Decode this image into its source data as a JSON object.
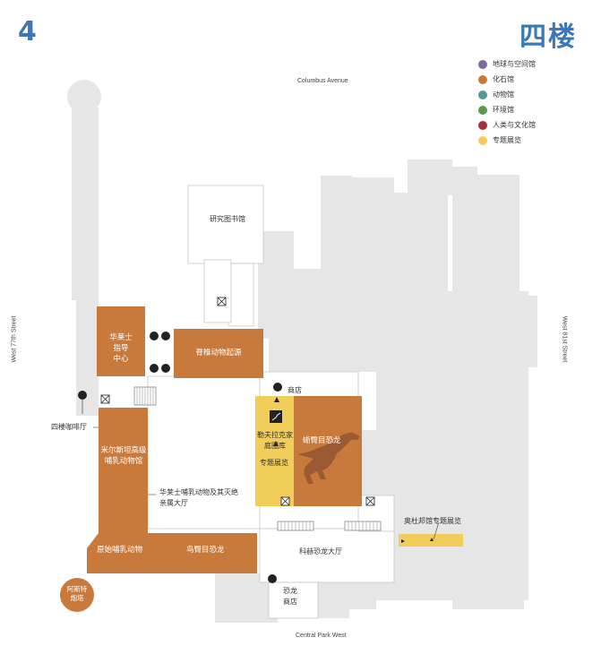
{
  "header": {
    "floor_number": "4",
    "floor_name": "四楼"
  },
  "streets": {
    "north": "Columbus Avenue",
    "south": "Central Park West",
    "west": "West 77th Street",
    "east": "West 81st Street"
  },
  "legend": [
    {
      "label": "地球与空间馆",
      "color": "#7b6a9c"
    },
    {
      "label": "化石馆",
      "color": "#c8793c"
    },
    {
      "label": "动物馆",
      "color": "#4f9a97"
    },
    {
      "label": "环境馆",
      "color": "#5e9a4e"
    },
    {
      "label": "人类与文化馆",
      "color": "#a3303a"
    },
    {
      "label": "专题展览",
      "color": "#f1cd5a"
    }
  ],
  "halls": {
    "research_library": "研究图书馆",
    "wallace_center": [
      "华莱士",
      "指导",
      "中心"
    ],
    "vertebrate_origins": "脊椎动物起源",
    "shop": "商店",
    "wulf_library": [
      "勒夫拉克家",
      "庭图库"
    ],
    "special_exhibit": "专题展览",
    "saurischian": "蜥臀目恐龙",
    "cafe": "四楼咖啡厅",
    "advanced_mammals": [
      "米尔斯坦高级",
      "哺乳动物馆"
    ],
    "wallace_extinct": [
      "华莱士哺乳动物及其灭绝",
      "亲属大厅"
    ],
    "primitive_mammals": "原始哺乳动物",
    "ornithischian": "鸟臀目恐龙",
    "astor_turret": [
      "阿斯特",
      "炮塔"
    ],
    "orientation_center": "科赫恐龙大厅",
    "dino_shop": [
      "恐龙",
      "商店"
    ],
    "odyssey_gallery": "奥杜邦馆专题展览"
  }
}
